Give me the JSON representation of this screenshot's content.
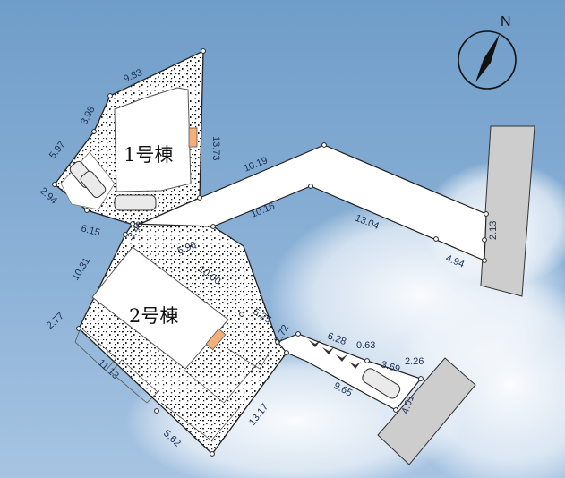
{
  "compass": {
    "label": "N"
  },
  "buildings": [
    {
      "id": "b1",
      "label": "1号棟"
    },
    {
      "id": "b2",
      "label": "2号棟"
    }
  ],
  "dimensions": [
    "9.83",
    "3.98",
    "13.73",
    "5.97",
    "2.94",
    "6.15",
    "10.19",
    "10.16",
    "13.04",
    "4.94",
    "2.13",
    "3.40",
    "5.96",
    "10.31",
    "10.00",
    "5.25",
    "2.77",
    "11.13",
    "5.62",
    "13.17",
    "2.72",
    "6.28",
    "0.63",
    "3.69",
    "2.26",
    "9.65",
    "4.01"
  ],
  "colors": {
    "sky": "#7aa3cc",
    "road": "#cdcdcd",
    "lot": "#ffffff",
    "entrance": "#f3b07a",
    "text": "#1d2f52"
  }
}
